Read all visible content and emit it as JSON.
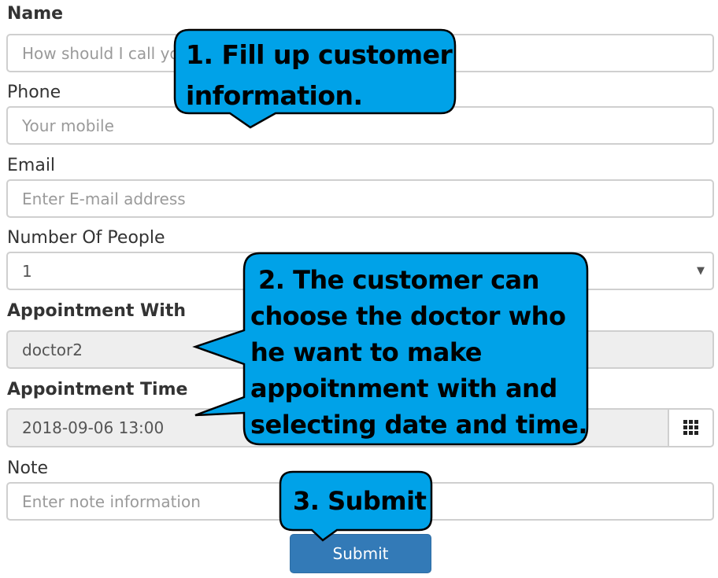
{
  "form": {
    "name_label": "Name",
    "name_placeholder": "How should I call you",
    "phone_label": "Phone",
    "phone_placeholder": "Your mobile",
    "email_label": "Email",
    "email_placeholder": "Enter E-mail address",
    "people_label": "Number Of People",
    "people_value": "1",
    "appointment_with_label": "Appointment With",
    "appointment_with_value": "doctor2",
    "appointment_time_label": "Appointment Time",
    "appointment_time_value": "2018-09-06 13:00",
    "note_label": "Note",
    "note_placeholder": "Enter note information",
    "submit_label": "Submit"
  },
  "callouts": {
    "c1_line1": "1. Fill up customer",
    "c1_line2": "information.",
    "c2_line1": "2. The customer can",
    "c2_line2": "choose the doctor who",
    "c2_line3": "he want to make",
    "c2_line4": "appoitnment with and",
    "c2_line5": "selecting date and time.",
    "c3_line1": "3. Submit"
  },
  "colors": {
    "callout_fill": "#00a2e8",
    "primary_button": "#337ab7",
    "readonly_bg": "#eeeeee"
  }
}
